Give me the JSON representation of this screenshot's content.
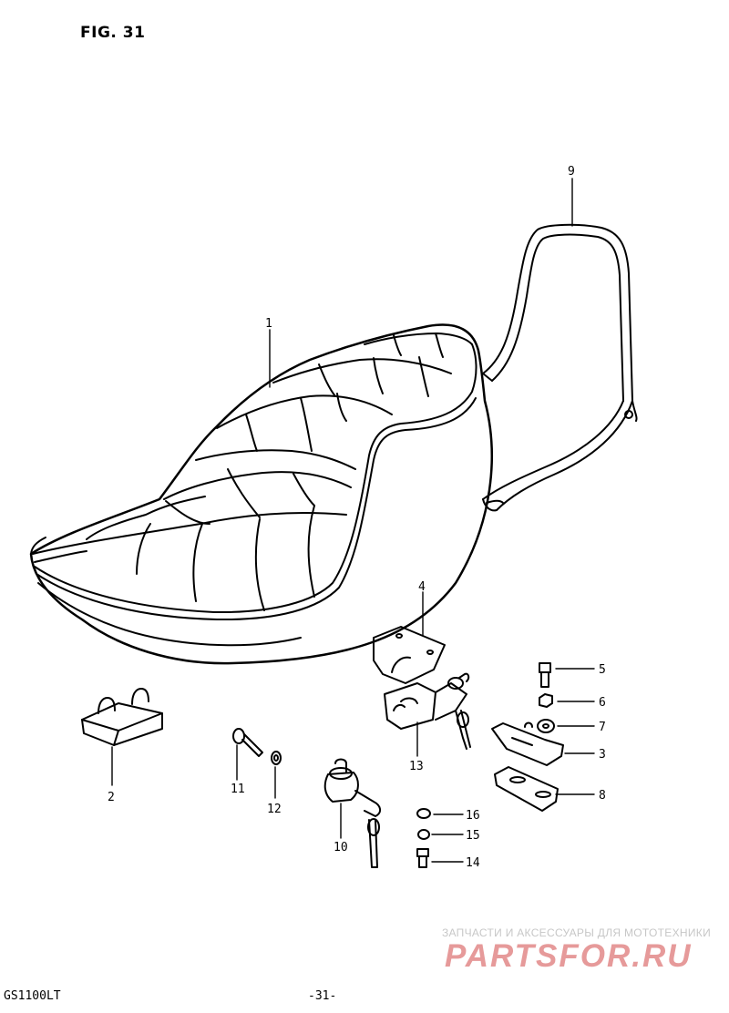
{
  "figure": {
    "title": "FIG. 31"
  },
  "callouts": [
    {
      "id": "1",
      "label": "1"
    },
    {
      "id": "2",
      "label": "2"
    },
    {
      "id": "3",
      "label": "3"
    },
    {
      "id": "4",
      "label": "4"
    },
    {
      "id": "5",
      "label": "5"
    },
    {
      "id": "6",
      "label": "6"
    },
    {
      "id": "7",
      "label": "7"
    },
    {
      "id": "8",
      "label": "8"
    },
    {
      "id": "9",
      "label": "9"
    },
    {
      "id": "10",
      "label": "10"
    },
    {
      "id": "11",
      "label": "11"
    },
    {
      "id": "12",
      "label": "12"
    },
    {
      "id": "13",
      "label": "13"
    },
    {
      "id": "14",
      "label": "14"
    },
    {
      "id": "15",
      "label": "15"
    },
    {
      "id": "16",
      "label": "16"
    }
  ],
  "footer": {
    "model": "GS1100LT",
    "page": "-31-"
  },
  "watermark": {
    "caption": "ЗАПЧАСТИ И АКСЕССУАРЫ ДЛЯ МОТОТЕХНИКИ",
    "brand": "PARTSFOR.RU",
    "color": "#e69a9a"
  }
}
